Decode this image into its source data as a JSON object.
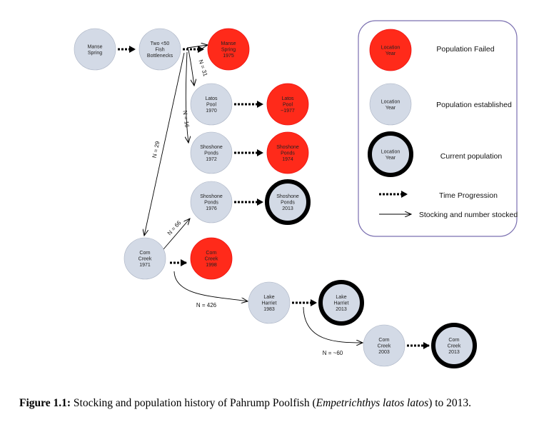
{
  "colors": {
    "failed": "#ff2a1a",
    "established": "#d3dae6",
    "current_ring": "#000000",
    "node_stroke": "#a9b2c3"
  },
  "nodes": [
    {
      "id": "manse-spring",
      "lines": [
        "Manse",
        "Spring"
      ],
      "status": "established"
    },
    {
      "id": "two-bottlenecks",
      "lines": [
        "Two <50",
        "Fish",
        "Bottlenecks"
      ],
      "status": "established"
    },
    {
      "id": "manse-spring-1975",
      "lines": [
        "Manse",
        "Spring",
        "1975"
      ],
      "status": "failed"
    },
    {
      "id": "latos-pool-1970",
      "lines": [
        "Latos",
        "Pool",
        "1970"
      ],
      "status": "established"
    },
    {
      "id": "latos-pool-1977",
      "lines": [
        "Latos",
        "Pool",
        "~1977"
      ],
      "status": "failed"
    },
    {
      "id": "shoshone-ponds-1972",
      "lines": [
        "Shoshone",
        "Ponds",
        "1972"
      ],
      "status": "established"
    },
    {
      "id": "shoshone-ponds-1974",
      "lines": [
        "Shoshone",
        "Ponds",
        "1974"
      ],
      "status": "failed"
    },
    {
      "id": "shoshone-ponds-1976",
      "lines": [
        "Shoshone",
        "Ponds",
        "1976"
      ],
      "status": "established"
    },
    {
      "id": "shoshone-ponds-2013",
      "lines": [
        "Shoshone",
        "Ponds",
        "2013"
      ],
      "status": "current"
    },
    {
      "id": "corn-creek-1971",
      "lines": [
        "Corn",
        "Creek",
        "1971"
      ],
      "status": "established"
    },
    {
      "id": "corn-creek-1998",
      "lines": [
        "Corn",
        "Creek",
        "1998"
      ],
      "status": "failed"
    },
    {
      "id": "lake-harriet-1983",
      "lines": [
        "Lake",
        "Harriet",
        "1983"
      ],
      "status": "established"
    },
    {
      "id": "lake-harriet-2013",
      "lines": [
        "Lake",
        "Harriet",
        "2013"
      ],
      "status": "current"
    },
    {
      "id": "corn-creek-2003",
      "lines": [
        "Corn",
        "Creek",
        "2003"
      ],
      "status": "established"
    },
    {
      "id": "corn-creek-2013",
      "lines": [
        "Corn",
        "Creek",
        "2013"
      ],
      "status": "current"
    }
  ],
  "edge_labels": {
    "n31": "N = 31",
    "n16": "N = 16",
    "n29": "N = 29",
    "n66": "N = 66",
    "n426": "N = 426",
    "n60": "N = ~60"
  },
  "legend": {
    "node_lines": [
      "Location",
      "Year"
    ],
    "failed": "Population Failed",
    "established": "Population established",
    "current": "Current population",
    "time": "Time Progression",
    "stocking": "Stocking and number stocked"
  },
  "caption": {
    "label": "Figure 1.1:",
    "text_before": " Stocking and population history of Pahrump Poolfish (",
    "species": "Empetrichthys latos latos",
    "text_after": ") to 2013."
  }
}
